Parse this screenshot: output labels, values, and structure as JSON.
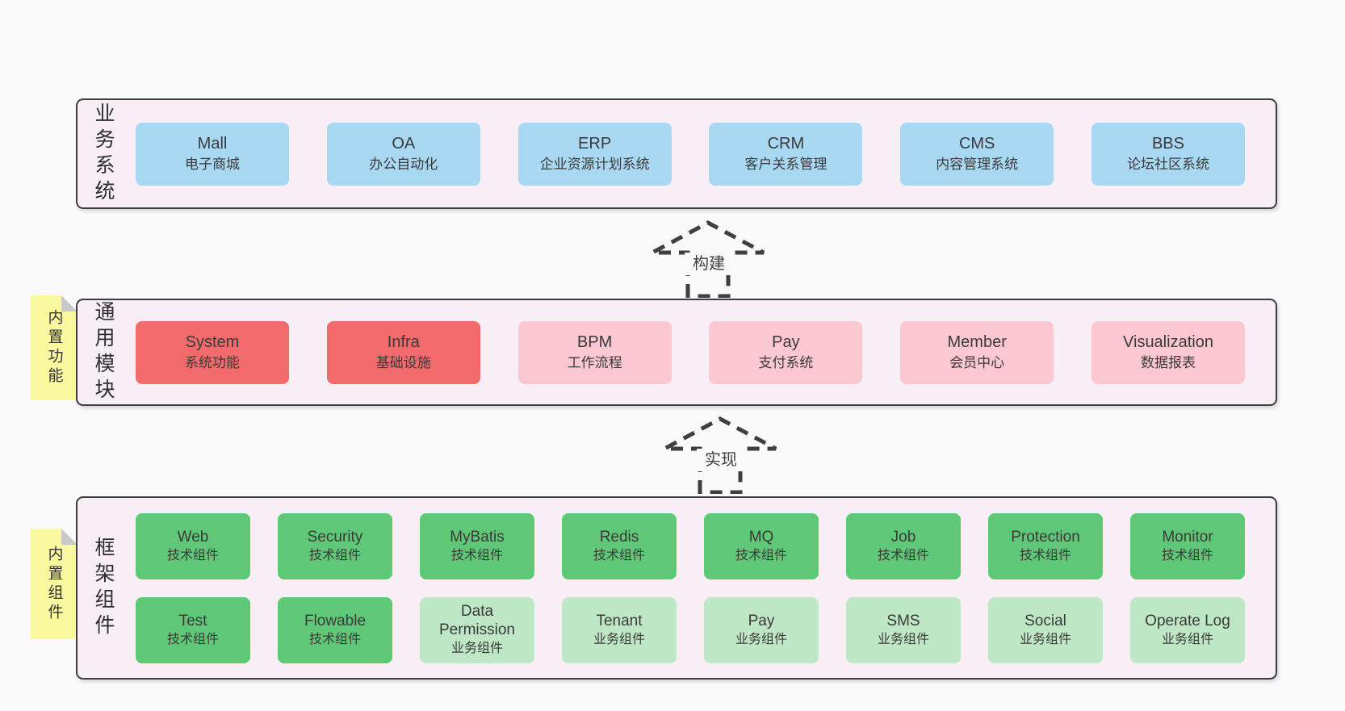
{
  "colors": {
    "page_bg": "#fafafa",
    "layer_bg": "#f8eef6",
    "layer_border": "#3d3d3d",
    "blue_box": "#a9d8f2",
    "red_box": "#f16b6b",
    "pink_box": "#fbc8d1",
    "green_box": "#5fc877",
    "light_green_box": "#bee8c5",
    "sticky_yellow": "#fbf9a0",
    "fold_gray": "#c9c9c9",
    "text": "#3a3a3a"
  },
  "arrows": [
    {
      "label": "构建"
    },
    {
      "label": "实现"
    }
  ],
  "layers": {
    "business": {
      "label": "业务系统",
      "boxes": [
        {
          "title": "Mall",
          "subtitle": "电子商城",
          "variant": "blue"
        },
        {
          "title": "OA",
          "subtitle": "办公自动化",
          "variant": "blue"
        },
        {
          "title": "ERP",
          "subtitle": "企业资源计划系统",
          "variant": "blue"
        },
        {
          "title": "CRM",
          "subtitle": "客户关系管理",
          "variant": "blue"
        },
        {
          "title": "CMS",
          "subtitle": "内容管理系统",
          "variant": "blue"
        },
        {
          "title": "BBS",
          "subtitle": "论坛社区系统",
          "variant": "blue"
        }
      ]
    },
    "modules": {
      "label": "通用模块",
      "note": "内置功能",
      "boxes": [
        {
          "title": "System",
          "subtitle": "系统功能",
          "variant": "red"
        },
        {
          "title": "Infra",
          "subtitle": "基础设施",
          "variant": "red"
        },
        {
          "title": "BPM",
          "subtitle": "工作流程",
          "variant": "pink"
        },
        {
          "title": "Pay",
          "subtitle": "支付系统",
          "variant": "pink"
        },
        {
          "title": "Member",
          "subtitle": "会员中心",
          "variant": "pink"
        },
        {
          "title": "Visualization",
          "subtitle": "数据报表",
          "variant": "pink"
        }
      ]
    },
    "framework": {
      "label": "框架组件",
      "note": "内置组件",
      "row1": [
        {
          "title": "Web",
          "subtitle": "技术组件",
          "variant": "green"
        },
        {
          "title": "Security",
          "subtitle": "技术组件",
          "variant": "green"
        },
        {
          "title": "MyBatis",
          "subtitle": "技术组件",
          "variant": "green"
        },
        {
          "title": "Redis",
          "subtitle": "技术组件",
          "variant": "green"
        },
        {
          "title": "MQ",
          "subtitle": "技术组件",
          "variant": "green"
        },
        {
          "title": "Job",
          "subtitle": "技术组件",
          "variant": "green"
        },
        {
          "title": "Protection",
          "subtitle": "技术组件",
          "variant": "green"
        },
        {
          "title": "Monitor",
          "subtitle": "技术组件",
          "variant": "green"
        }
      ],
      "row2": [
        {
          "title": "Test",
          "subtitle": "技术组件",
          "variant": "green"
        },
        {
          "title": "Flowable",
          "subtitle": "技术组件",
          "variant": "green"
        },
        {
          "title": "Data Permission",
          "subtitle": "业务组件",
          "variant": "light-green"
        },
        {
          "title": "Tenant",
          "subtitle": "业务组件",
          "variant": "light-green"
        },
        {
          "title": "Pay",
          "subtitle": "业务组件",
          "variant": "light-green"
        },
        {
          "title": "SMS",
          "subtitle": "业务组件",
          "variant": "light-green"
        },
        {
          "title": "Social",
          "subtitle": "业务组件",
          "variant": "light-green"
        },
        {
          "title": "Operate Log",
          "subtitle": "业务组件",
          "variant": "light-green"
        }
      ]
    }
  }
}
